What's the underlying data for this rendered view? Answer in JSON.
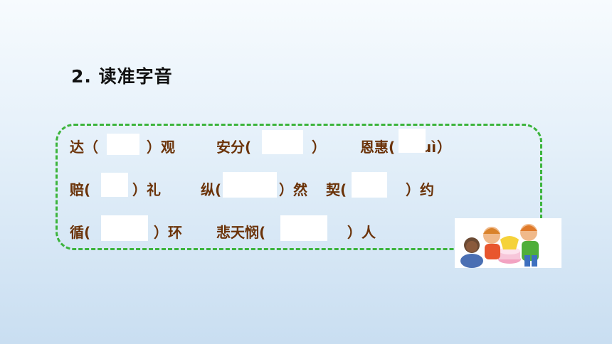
{
  "heading": "2. 读准字音",
  "items": [
    {
      "before": "达（",
      "after": "）观"
    },
    {
      "before": "安分(",
      "after": "）"
    },
    {
      "before": "恩惠(",
      "visible_pinyin": "uì",
      "after": "）"
    },
    {
      "before": "赔(",
      "after": "）礼"
    },
    {
      "before": "纵(",
      "after": "）然"
    },
    {
      "before": "契(",
      "after": "）约"
    },
    {
      "before": "循(",
      "after": "）环"
    },
    {
      "before": "悲天悯(",
      "after": "）人"
    }
  ],
  "icons": {
    "illustration": "children-sharing-cake-illustration"
  }
}
